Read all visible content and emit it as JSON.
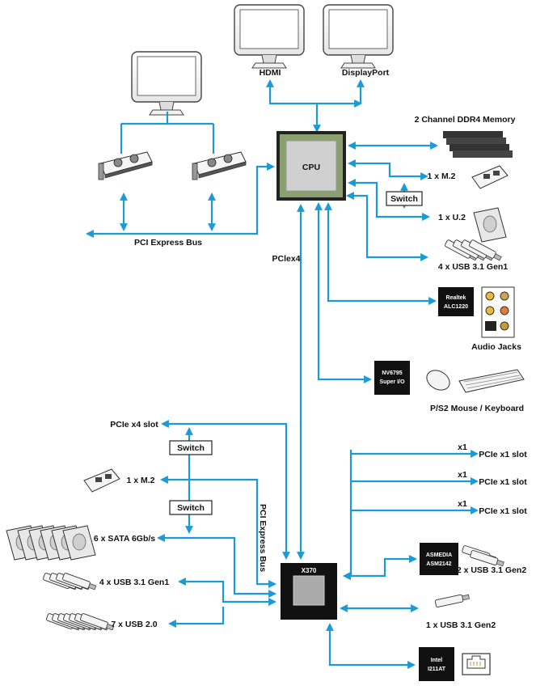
{
  "colors": {
    "link": "#1a9ad6",
    "chip": "#111111",
    "cpu_body": "#8aa06e"
  },
  "cpu": {
    "label": "CPU",
    "link_label": "PClex4"
  },
  "chipset": {
    "label": "X370"
  },
  "monitors": {
    "hdmi": "HDMI",
    "displayport": "DisplayPort"
  },
  "pci_bus": {
    "label": "PCI Express Bus"
  },
  "cpu_right": {
    "memory": "2 Channel DDR4 Memory",
    "m2": "1 x M.2",
    "switch": "Switch",
    "u2": "1 x U.2",
    "usb31": "4 x USB 3.1 Gen1",
    "audio_chip_line1": "Realtek",
    "audio_chip_line2": "ALC1220",
    "audio_jacks": "Audio Jacks",
    "superio_line1": "NV6795",
    "superio_line2": "Super I/O",
    "ps2": "P/S2 Mouse / Keyboard"
  },
  "chipset_left": {
    "pcie_x4": "PCIe x4 slot",
    "switch1": "Switch",
    "m2": "1 x M.2",
    "switch2": "Switch",
    "sata": "6 x SATA 6Gb/s",
    "usb31": "4 x USB 3.1 Gen1",
    "usb20": "7 x USB 2.0",
    "vertical_bus": "PCI Express Bus"
  },
  "chipset_right": {
    "x1_marker": "x1",
    "pcie_x1_slots": [
      "PCIe x1 slot",
      "PCIe x1 slot",
      "PCIe x1 slot"
    ],
    "asmedia_line1": "ASMEDIA",
    "asmedia_line2": "ASM2142",
    "usb31_gen2_a": "2 x USB 3.1 Gen2",
    "usb31_gen2_b": "1 x USB 3.1 Gen2",
    "lan_line1": "Intel",
    "lan_line2": "I211AT"
  },
  "icons": [
    "monitor-icon",
    "graphics-card-icon",
    "memory-stick-icon",
    "m2-ssd-icon",
    "hard-drive-icon",
    "usb-stick-icon",
    "audio-jack-icon",
    "mouse-icon",
    "keyboard-icon",
    "ethernet-port-icon"
  ]
}
